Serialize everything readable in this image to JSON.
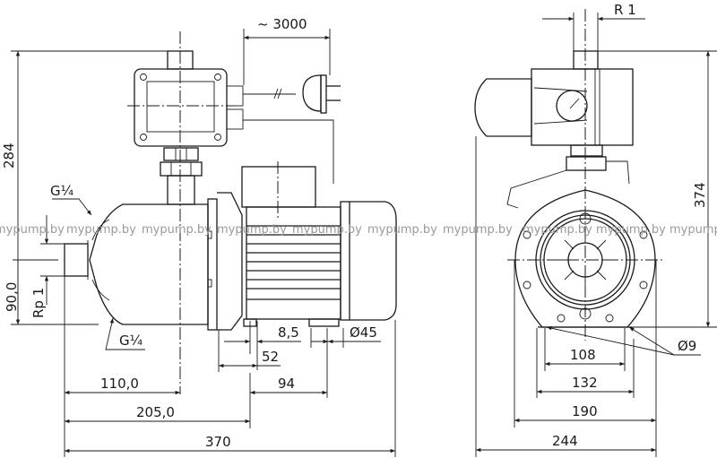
{
  "drawing": {
    "title": "Pump dimensional drawing",
    "watermark": "mypump.by",
    "side_view": {
      "labels": {
        "cable_length": "~ 3000",
        "height": "284",
        "gauge_port_top": "G¼",
        "gauge_port_bottom": "G¼",
        "suction_height": "90,0",
        "suction_thread": "Rp 1",
        "foot_offset": "8,5",
        "foot_dia": "Ø45",
        "foot_52": "52",
        "foot_94": "94",
        "len_110": "110,0",
        "len_205": "205,0",
        "len_370": "370"
      }
    },
    "front_view": {
      "labels": {
        "outlet_thread": "R 1",
        "height": "374",
        "hole_dia": "Ø9",
        "w_108": "108",
        "w_132": "132",
        "w_190": "190",
        "w_244": "244"
      }
    }
  }
}
